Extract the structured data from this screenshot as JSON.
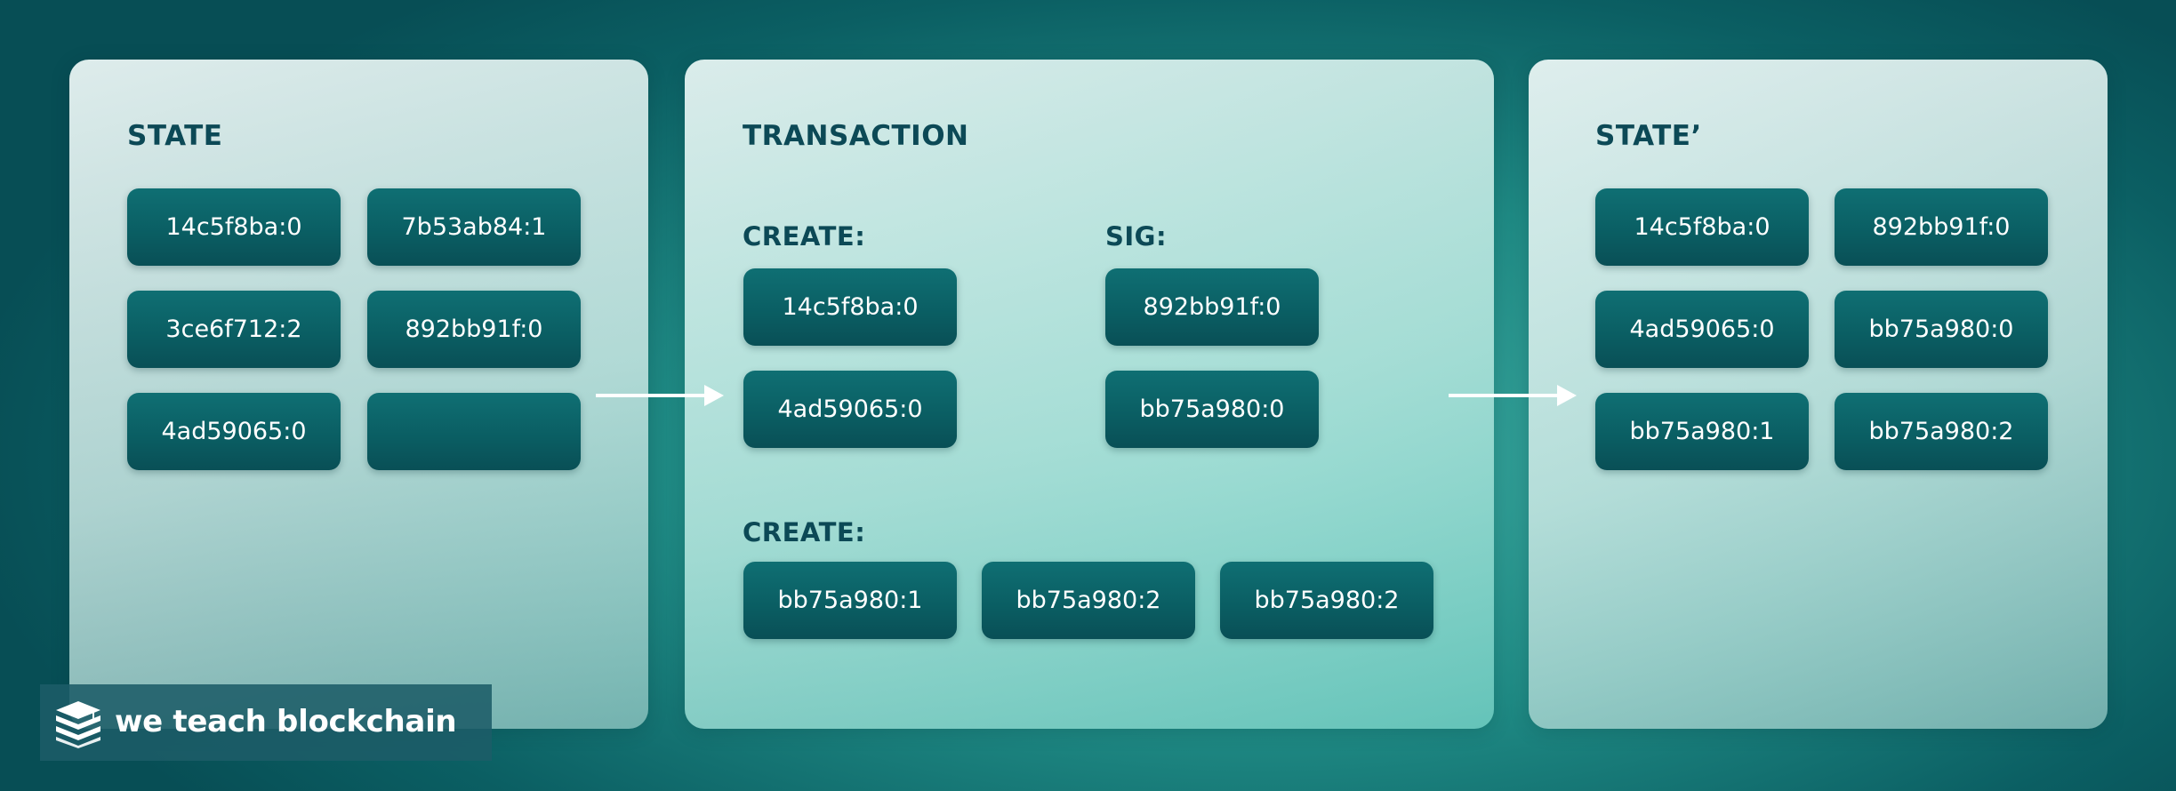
{
  "state": {
    "heading": "STATE",
    "utxos": [
      "14c5f8ba:0",
      "7b53ab84:1",
      "3ce6f712:2",
      "892bb91f:0",
      "4ad59065:0",
      ""
    ]
  },
  "transaction": {
    "heading": "TRANSACTION",
    "inputs_heading": "CREATE:",
    "inputs": [
      "14c5f8ba:0",
      "4ad59065:0"
    ],
    "sig_heading": "SIG:",
    "signatures": [
      "892bb91f:0",
      "bb75a980:0"
    ],
    "outputs_heading": "CREATE:",
    "outputs": [
      "bb75a980:1",
      "bb75a980:2",
      "bb75a980:2"
    ]
  },
  "state_next": {
    "heading": "STATE’",
    "utxos": [
      "14c5f8ba:0",
      "892bb91f:0",
      "4ad59065:0",
      "bb75a980:0",
      "bb75a980:1",
      "bb75a980:2"
    ]
  },
  "logo": {
    "text": "we teach blockchain"
  },
  "colors": {
    "background": "#0b5f63",
    "box": "#0a5d62",
    "heading": "#0c4956",
    "arrow": "#ffffff"
  }
}
